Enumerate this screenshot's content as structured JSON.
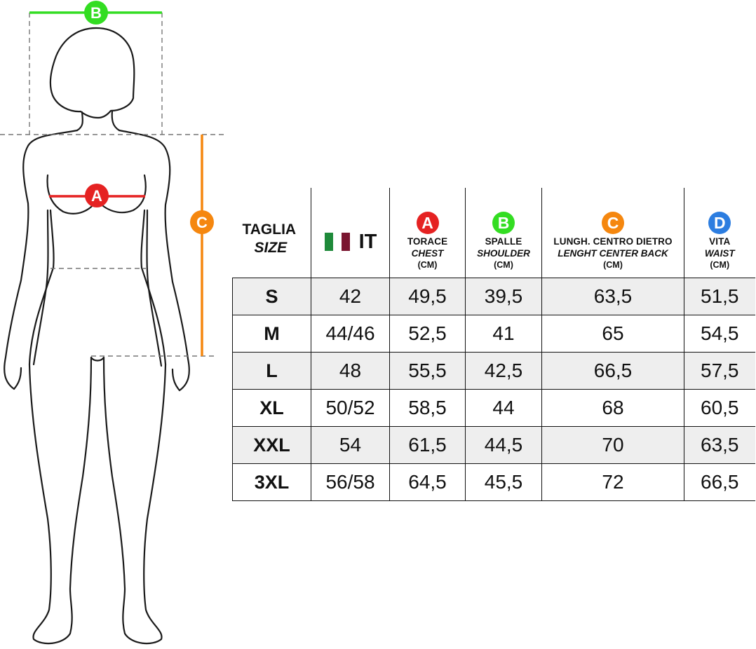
{
  "colors": {
    "A": "#e52222",
    "B": "#33dd22",
    "C": "#f5870f",
    "D": "#2c7de0",
    "flag": [
      "#1f8a3a",
      "#ffffff",
      "#7a1530"
    ]
  },
  "markers": {
    "A": "A",
    "B": "B",
    "C": "C"
  },
  "table": {
    "header": {
      "size_main": "TAGLIA",
      "size_sub": "SIZE",
      "it_label": "IT",
      "chest": {
        "badge": "A",
        "main": "TORACE",
        "sub": "CHEST",
        "unit": "(CM)"
      },
      "shoulder": {
        "badge": "B",
        "main": "SPALLE",
        "sub": "SHOULDER",
        "unit": "(CM)"
      },
      "back": {
        "badge": "C",
        "main": "LUNGH. CENTRO DIETRO",
        "sub": "LENGHT CENTER BACK",
        "unit": "(CM)"
      },
      "waist": {
        "badge": "D",
        "main": "VITA",
        "sub": "WAIST",
        "unit": "(CM)"
      }
    },
    "rows": [
      {
        "size": "S",
        "it": "42",
        "chest": "49,5",
        "shoulder": "39,5",
        "back": "63,5",
        "waist": "51,5"
      },
      {
        "size": "M",
        "it": "44/46",
        "chest": "52,5",
        "shoulder": "41",
        "back": "65",
        "waist": "54,5"
      },
      {
        "size": "L",
        "it": "48",
        "chest": "55,5",
        "shoulder": "42,5",
        "back": "66,5",
        "waist": "57,5"
      },
      {
        "size": "XL",
        "it": "50/52",
        "chest": "58,5",
        "shoulder": "44",
        "back": "68",
        "waist": "60,5"
      },
      {
        "size": "XXL",
        "it": "54",
        "chest": "61,5",
        "shoulder": "44,5",
        "back": "70",
        "waist": "63,5"
      },
      {
        "size": "3XL",
        "it": "56/58",
        "chest": "64,5",
        "shoulder": "45,5",
        "back": "72",
        "waist": "66,5"
      }
    ]
  }
}
